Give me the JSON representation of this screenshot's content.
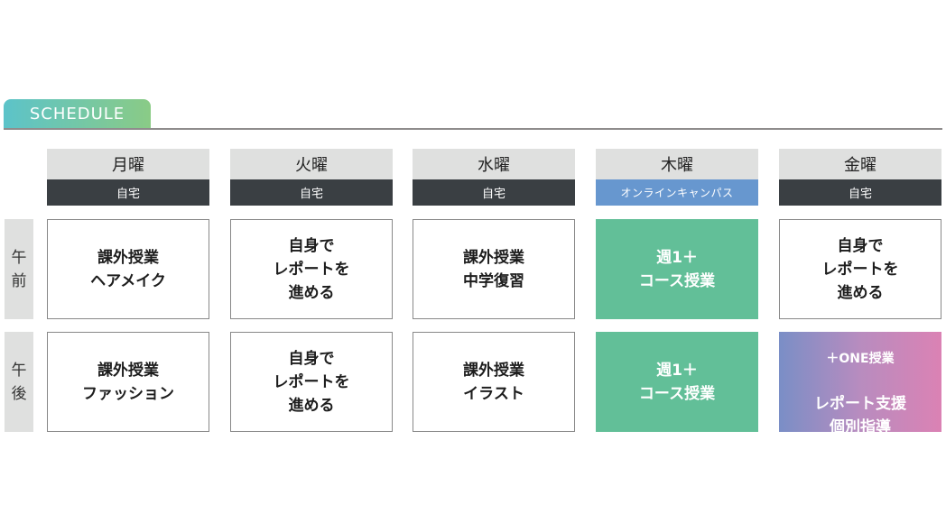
{
  "title": "SCHEDULE",
  "periods": [
    "午\n前",
    "午\n後"
  ],
  "days": [
    {
      "day": "月曜",
      "location": "自宅",
      "am": "課外授業\nヘアメイク",
      "pm": "課外授業\nファッション"
    },
    {
      "day": "火曜",
      "location": "自宅",
      "am": "自身で\nレポートを\n進める",
      "pm": "自身で\nレポートを\n進める"
    },
    {
      "day": "水曜",
      "location": "自宅",
      "am": "課外授業\n中学復習",
      "pm": "課外授業\nイラスト"
    },
    {
      "day": "木曜",
      "location": "オンラインキャンパス",
      "am": "週1＋\nコース授業",
      "pm": "週1＋\nコース授業"
    },
    {
      "day": "金曜",
      "location": "自宅",
      "am": "自身で\nレポートを\n進める",
      "pm_heading": "＋ONE授業",
      "pm": "レポート支援\n個別指導"
    }
  ],
  "colors": {
    "online": "#6797cf",
    "home": "#3a3f43",
    "course": "#62bf98",
    "gradient_start": "#7a8ec6",
    "gradient_end": "#db82b4"
  }
}
